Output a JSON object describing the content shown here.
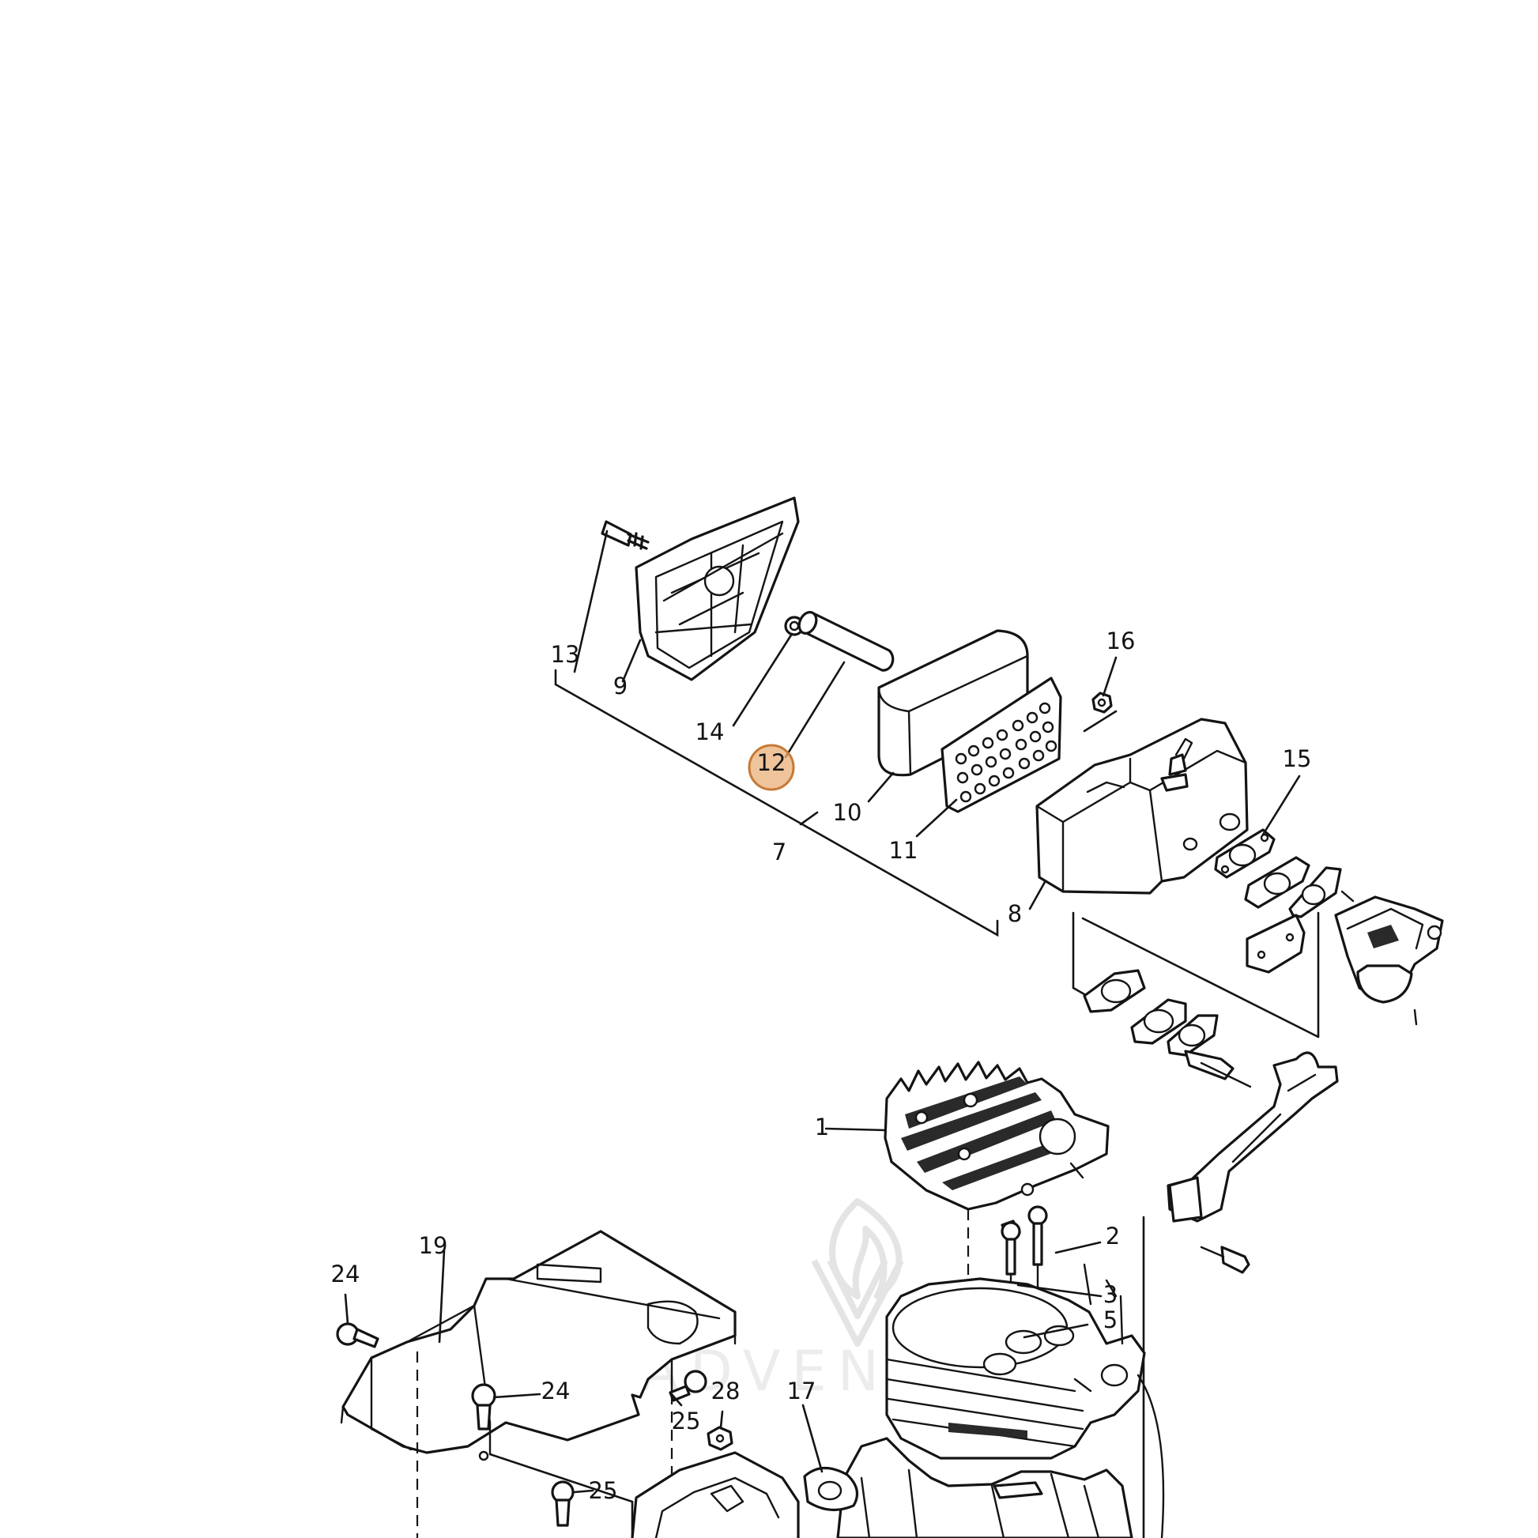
{
  "diagram": {
    "highlighted_callout": "12",
    "watermark_text": "ADVENTURE",
    "colors": {
      "line": "#141414",
      "background": "#ffffff",
      "highlight_fill": "#e9b07a",
      "highlight_stroke": "#c77a37",
      "watermark": "#e4e4e4"
    },
    "callouts": {
      "c1": "1",
      "c2": "2",
      "c3": "3",
      "c5": "5",
      "c7": "7",
      "c8": "8",
      "c9": "9",
      "c10": "10",
      "c11": "11",
      "c12": "12",
      "c13": "13",
      "c14": "14",
      "c15": "15",
      "c16": "16",
      "c17": "17",
      "c19": "19",
      "c24a": "24",
      "c24b": "24",
      "c25a": "25",
      "c25b": "25",
      "c28": "28"
    }
  }
}
